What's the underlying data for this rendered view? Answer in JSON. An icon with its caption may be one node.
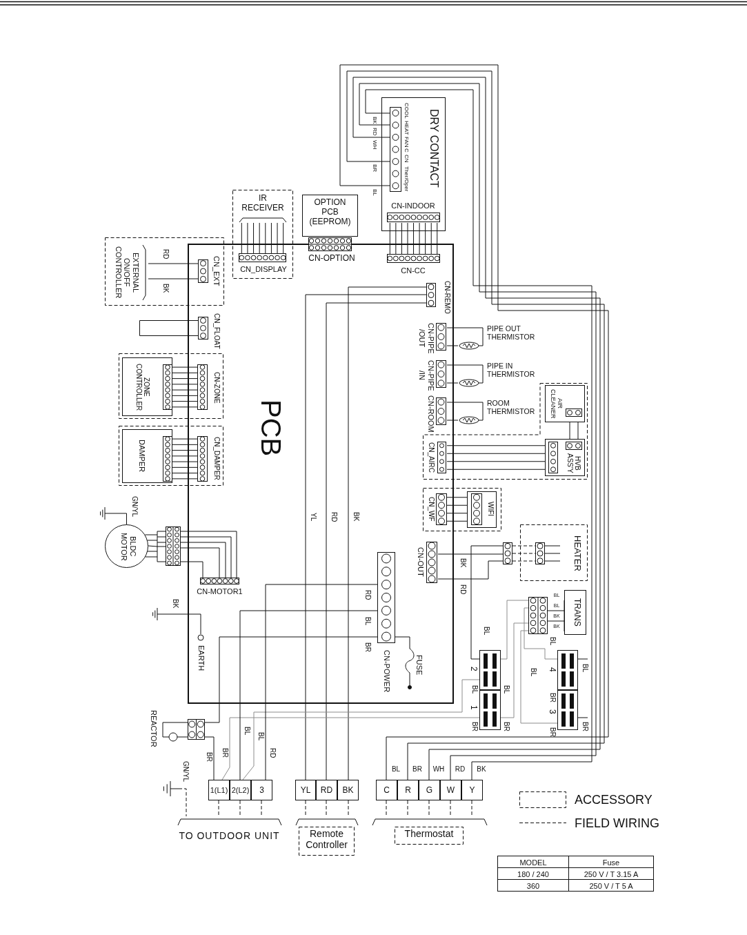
{
  "diagram": {
    "nodes": [
      {
        "text": [
          "PCB"
        ]
      },
      {
        "text": [
          "EXTERNAL ON/OFF CONTROLLER"
        ]
      },
      {
        "text": [
          "CN_EXT"
        ],
        "in": 0
      },
      {
        "text": [
          "IR RECEIVER"
        ]
      },
      {
        "text": [
          "CN_DISPLAY"
        ],
        "in": 0
      },
      {
        "text": [
          "OPTION PCB (EEPROM)"
        ]
      },
      {
        "text": [
          "CN-OPTION"
        ]
      },
      {
        "text": [
          "DRY CONTACT"
        ]
      },
      {
        "text": [
          "COOL",
          "HEAT",
          "FAN",
          "C",
          "CN",
          "Ther/Oper"
        ],
        "in": 7
      },
      {
        "text": [
          "CN-INDOOR"
        ],
        "in": 7
      },
      {
        "text": [
          "CN-CC"
        ],
        "in": 0
      },
      {
        "text": [
          "CN-REMO"
        ],
        "in": 0
      },
      {
        "text": [
          "CN-PIPE /OUT"
        ],
        "in": 0
      },
      {
        "text": [
          "PIPE OUT THERMISTOR"
        ]
      },
      {
        "text": [
          "CN-PIPE /IN"
        ],
        "in": 0
      },
      {
        "text": [
          "PIPE IN THERMISTOR"
        ]
      },
      {
        "text": [
          "CN-ROOM"
        ],
        "in": 0
      },
      {
        "text": [
          "ROOM THERMISTOR"
        ]
      },
      {
        "text": [
          "AIR CLEANER"
        ]
      },
      {
        "text": [
          "HVB ASS'Y"
        ]
      },
      {
        "text": [
          "CN_AIRC"
        ],
        "in": 0
      },
      {
        "text": [
          "CN_WF"
        ],
        "in": 0
      },
      {
        "text": [
          "WIFI"
        ]
      },
      {
        "text": [
          "CN-OUT"
        ],
        "in": 0
      },
      {
        "text": [],
        "shape": "box"
      },
      {
        "text": [
          "HEATER"
        ]
      },
      {
        "text": [],
        "shape": "box",
        "in": 25
      },
      {
        "text": [
          "TRANS"
        ]
      },
      {
        "text": [],
        "shape": "box"
      },
      {
        "text": [],
        "shape": "box"
      },
      {
        "text": [],
        "shape": "box"
      },
      {
        "text": [],
        "shape": "box"
      },
      {
        "text": [],
        "shape": "box"
      },
      {
        "text": [
          "BLDC MOTOR"
        ]
      },
      {
        "text": [],
        "shape": "box"
      },
      {
        "text": [
          "CN-MOTOR1"
        ],
        "in": 0
      },
      {
        "text": [],
        "shape": "ground"
      },
      {
        "text": [],
        "shape": "ground"
      },
      {
        "text": [
          "EARTH"
        ],
        "in": 0
      },
      {
        "text": [
          "CN-POWER"
        ],
        "in": 0
      },
      {
        "text": [
          "FUSE"
        ],
        "in": 0
      },
      {
        "text": [
          "REACTOR"
        ]
      },
      {
        "text": [],
        "shape": "ground"
      },
      {
        "text": [
          "1(L1)"
        ]
      },
      {
        "text": [
          "2(L2)"
        ]
      },
      {
        "text": [
          "3"
        ]
      },
      {
        "text": [
          "TO OUTDOOR UNIT"
        ]
      },
      {
        "text": [
          "YL"
        ]
      },
      {
        "text": [
          "RD"
        ]
      },
      {
        "text": [
          "BK"
        ]
      },
      {
        "text": [
          "Remote Controller"
        ]
      },
      {
        "text": [
          "C"
        ]
      },
      {
        "text": [
          "R"
        ]
      },
      {
        "text": [
          "G"
        ]
      },
      {
        "text": [
          "W"
        ]
      },
      {
        "text": [
          "Y"
        ]
      },
      {
        "text": [
          "Thermostat"
        ]
      },
      {
        "text": [
          "ZONE CONTROLLER"
        ]
      },
      {
        "text": [
          "CN-ZONE"
        ],
        "in": 0
      },
      {
        "text": [
          "DAMPER"
        ]
      },
      {
        "text": [
          "CN_DAMPER"
        ],
        "in": 0
      },
      {
        "text": [
          "CN_FLOAT"
        ]
      }
    ],
    "edges": [
      {
        "from": 1,
        "to": 2,
        "arrow": "none",
        "label": "RD"
      },
      {
        "from": 1,
        "to": 2,
        "arrow": "none",
        "label": "BK"
      },
      {
        "from": 3,
        "to": 4,
        "arrow": "none"
      },
      {
        "from": 9,
        "to": 10,
        "arrow": "none"
      },
      {
        "from": 8,
        "to": 51,
        "arrow": "none",
        "label": "BL"
      },
      {
        "from": 8,
        "to": 52,
        "arrow": "none",
        "label": "BR"
      },
      {
        "from": 8,
        "to": 53,
        "arrow": "none",
        "label": "WH"
      },
      {
        "from": 8,
        "to": 54,
        "arrow": "none",
        "label": "RD"
      },
      {
        "from": 8,
        "to": 55,
        "arrow": "none",
        "label": "BK"
      },
      {
        "from": 11,
        "to": 47,
        "arrow": "none",
        "label": "YL"
      },
      {
        "from": 11,
        "to": 48,
        "arrow": "none",
        "label": "RD"
      },
      {
        "from": 11,
        "to": 49,
        "arrow": "none",
        "label": "BK"
      },
      {
        "from": 12,
        "to": 13,
        "arrow": "none"
      },
      {
        "from": 14,
        "to": 15,
        "arrow": "none"
      },
      {
        "from": 16,
        "to": 17,
        "arrow": "none"
      },
      {
        "from": 18,
        "to": 19,
        "arrow": "none"
      },
      {
        "from": 20,
        "to": 19,
        "arrow": "none"
      },
      {
        "from": 21,
        "to": 22,
        "arrow": "none"
      },
      {
        "from": 23,
        "to": 24,
        "arrow": "none",
        "label": "BK"
      },
      {
        "from": 24,
        "to": 29,
        "arrow": "none",
        "label": "RD"
      },
      {
        "from": 24,
        "to": 26,
        "arrow": "none",
        "style": "dashed"
      },
      {
        "from": 27,
        "to": 28,
        "arrow": "none"
      },
      {
        "from": 28,
        "to": 29,
        "arrow": "none",
        "color": "#8c8c8c"
      },
      {
        "from": 28,
        "to": 30,
        "arrow": "none",
        "color": "#8c8c8c"
      },
      {
        "from": 28,
        "to": 31,
        "arrow": "none",
        "color": "#8c8c8c"
      },
      {
        "from": 28,
        "to": 32,
        "arrow": "none",
        "color": "#8c8c8c"
      },
      {
        "from": 29,
        "to": 44,
        "arrow": "none",
        "label": "BL",
        "color": "#8c8c8c"
      },
      {
        "from": 30,
        "to": 43,
        "arrow": "none",
        "label": "BR",
        "color": "#8c8c8c"
      },
      {
        "from": 39,
        "to": 41,
        "arrow": "none"
      },
      {
        "from": 41,
        "to": 43,
        "arrow": "none",
        "label": "BR"
      },
      {
        "from": 39,
        "to": 44,
        "arrow": "none",
        "label": "BL"
      },
      {
        "from": 39,
        "to": 45,
        "arrow": "none",
        "label": "RD"
      },
      {
        "from": 39,
        "to": 40,
        "arrow": "none"
      },
      {
        "from": 35,
        "to": 34,
        "arrow": "none"
      },
      {
        "from": 34,
        "to": 33,
        "arrow": "none"
      },
      {
        "from": 33,
        "to": 36,
        "arrow": "none",
        "label": "GN/YL"
      },
      {
        "from": 38,
        "to": 37,
        "arrow": "none",
        "label": "BK"
      },
      {
        "from": 31,
        "to": null,
        "arrow": "none",
        "label": "BL"
      },
      {
        "from": 32,
        "to": null,
        "arrow": "none",
        "label": "BR"
      },
      {
        "from": 42,
        "to": 46,
        "arrow": "none",
        "label": "GN/YL",
        "style": "dashed"
      },
      {
        "from": 43,
        "to": 46,
        "arrow": "none",
        "style": "dashed"
      },
      {
        "from": 44,
        "to": 46,
        "arrow": "none",
        "style": "dashed"
      },
      {
        "from": 45,
        "to": 46,
        "arrow": "none",
        "style": "dashed"
      },
      {
        "from": 47,
        "to": 50,
        "arrow": "none",
        "style": "dashed"
      },
      {
        "from": 48,
        "to": 50,
        "arrow": "none",
        "style": "dashed"
      },
      {
        "from": 49,
        "to": 50,
        "arrow": "none",
        "style": "dashed"
      },
      {
        "from": 51,
        "to": 56,
        "arrow": "none",
        "style": "dashed"
      },
      {
        "from": 52,
        "to": 56,
        "arrow": "none",
        "style": "dashed"
      },
      {
        "from": 53,
        "to": 56,
        "arrow": "none",
        "style": "dashed"
      },
      {
        "from": 54,
        "to": 56,
        "arrow": "none",
        "style": "dashed"
      },
      {
        "from": 55,
        "to": 56,
        "arrow": "none",
        "style": "dashed"
      },
      {
        "from": 57,
        "to": 58,
        "arrow": "none"
      },
      {
        "from": 59,
        "to": 60,
        "arrow": "none"
      },
      {
        "from": 23,
        "to": 24,
        "arrow": "none"
      }
    ],
    "labels": [
      "BK",
      "RD",
      "WH",
      "BR",
      "BL",
      "BL",
      "BL",
      "BL",
      "BK",
      "BK",
      "RD",
      "BL",
      "BR",
      "2",
      "BL",
      "BL",
      "1",
      "BR",
      "BR",
      "BL",
      "4",
      "BR",
      "3",
      "BR",
      "BL",
      "MODEL",
      "Fuse",
      "180 / 240",
      "250 V / T 3.15 A",
      "360",
      "250 V / T 5 A"
    ],
    "legend": [
      {
        "text": "ACCESSORY"
      },
      {
        "text": "FIELD WIRING"
      }
    ]
  }
}
